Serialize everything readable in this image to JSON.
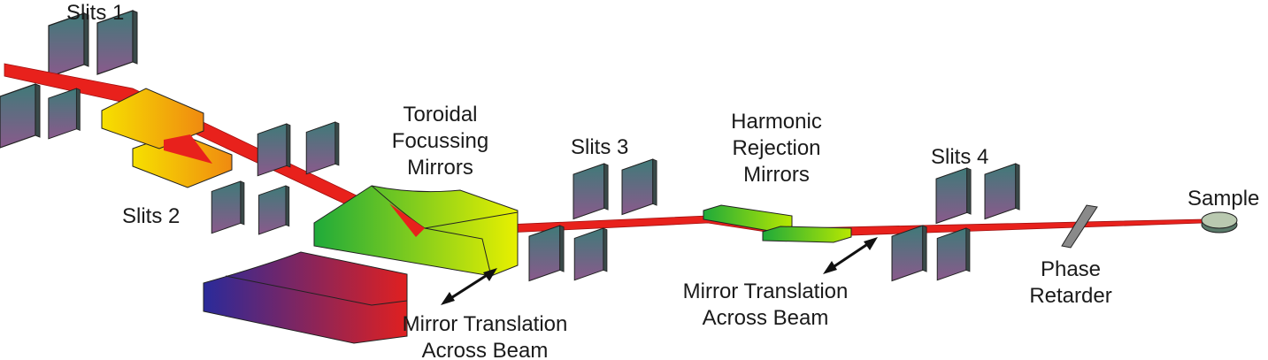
{
  "labels": {
    "slits1": "Slits 1",
    "slits2": "Slits 2",
    "slits3": "Slits 3",
    "slits4": "Slits 4",
    "toroidal": [
      "Toroidal",
      "Focussing",
      "Mirrors"
    ],
    "harmonic": [
      "Harmonic",
      "Rejection",
      "Mirrors"
    ],
    "translation1": [
      "Mirror Translation",
      "Across Beam"
    ],
    "translation2": [
      "Mirror Translation",
      "Across Beam"
    ],
    "phase": [
      "Phase",
      "Retarder"
    ],
    "sample": "Sample"
  },
  "colors": {
    "beam": "#e8211c",
    "slit_top": "#3f7a78",
    "slit_bottom": "#8a5a8c",
    "toroidal_green": "#1faa3a",
    "toroidal_yellow": "#e8f000",
    "mirror_blue": "#2a2a9a",
    "mirror_red": "#e02020",
    "yellow_block": "#f6d000"
  }
}
